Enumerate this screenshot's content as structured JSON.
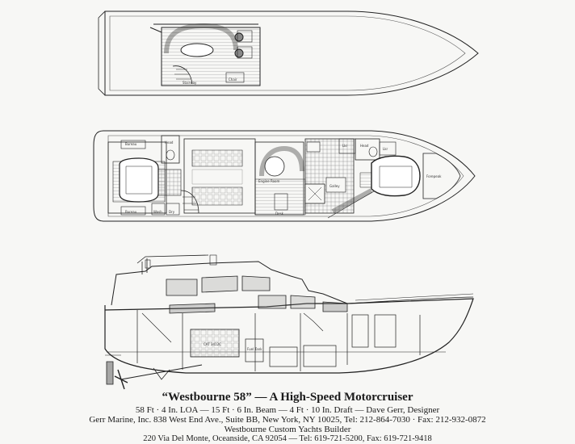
{
  "drawing": {
    "labels": {
      "flybridge_stairs": "Stairway",
      "flybridge_chair": "Chair",
      "bureau_aft_top": "Bureau",
      "head_aft": "Head",
      "bureau_aft_bottom": "Bureau",
      "wash_aft": "Wash",
      "dry_aft": "Dry",
      "engine_room": "Engine Room",
      "desk": "Desk",
      "galley": "Galley",
      "cover_1": "Lkr",
      "cover_2": "Lkr",
      "head_fwd": "Head",
      "forepeak": "Forepeak",
      "cat_engine": "CAT 3412C",
      "tank": "Fuel Tank"
    }
  },
  "caption": {
    "title": "“Westbourne 58” — A High-Speed Motorcruiser",
    "specs": "58 Ft · 4 In. LOA — 15 Ft · 6 In. Beam — 4 Ft · 10 In. Draft — Dave Gerr, Designer",
    "gerr": "Gerr Marine, Inc. 838 West End Ave., Suite BB, New York, NY  10025, Tel: 212-864-7030 · Fax: 212-932-0872",
    "builder": "Westbourne Custom Yachts Builder",
    "address": "220 Via Del Monte, Oceanside, CA  92054 — Tel: 619-721-5200, Fax: 619-721-9418"
  }
}
